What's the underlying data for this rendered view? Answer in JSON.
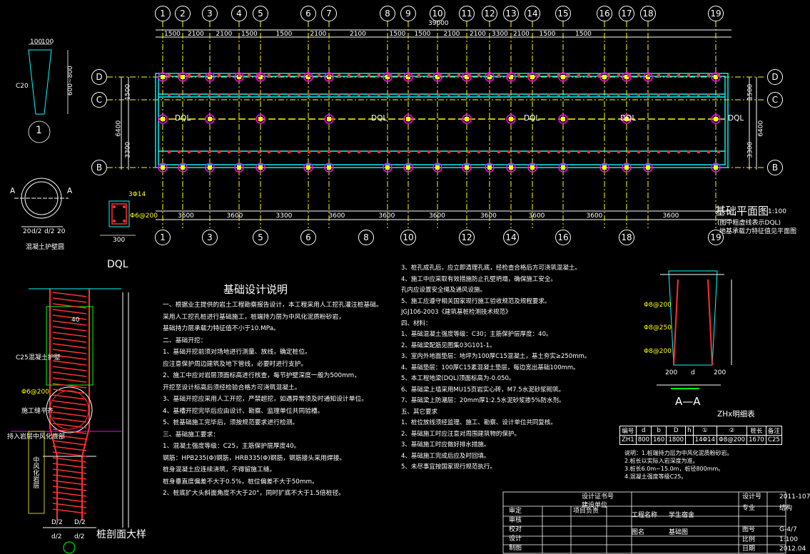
{
  "colors": {
    "background": "#000000",
    "dimension_line": "#ffffff",
    "column": "#ff00ff",
    "beam": "#00ffff",
    "axis": "#ffff00",
    "rebar": "#ff3030",
    "annotation": "#ffff00",
    "outline": "#00ff00"
  },
  "plan": {
    "axes_top": [
      "1",
      "2",
      "3",
      "4",
      "5",
      "6",
      "7",
      "8",
      "9",
      "10",
      "11",
      "12",
      "13",
      "14",
      "15",
      "16",
      "17",
      "18",
      "19"
    ],
    "axes_bottom": [
      "1",
      "3",
      "5",
      "6",
      "8",
      "10",
      "12",
      "14",
      "16",
      "18",
      "19"
    ],
    "axes_rows": [
      "D",
      "C",
      "B"
    ],
    "top_dims": [
      "1500",
      "2100",
      "2100",
      "1500",
      "1500",
      "2100",
      "2100",
      "1500",
      "1500",
      "2100",
      "2100",
      "3300",
      "2100",
      "1500",
      "1500"
    ],
    "bottom_dims": [
      "3600",
      "3600",
      "3300",
      "3600",
      "3600",
      "3600",
      "3600",
      "3600",
      "3600",
      "3600"
    ],
    "overall_dim": "39000",
    "row_dims_left": [
      "1500",
      "6400",
      "3300"
    ],
    "row_dims_right": [
      "1500",
      "6400",
      "3300"
    ],
    "dql_labels": [
      "DQL",
      "DQL",
      "DQL",
      "DQL",
      "DQL"
    ],
    "title": "基础平面图",
    "scale": "1:100",
    "subtitle_1": "(图中粗虚线表示DQL)",
    "subtitle_2": "地基承载力特征值见平面图"
  },
  "pile_detail": {
    "dims": [
      "100",
      "100",
      "C20",
      "600~800"
    ],
    "bubble": "1"
  },
  "section_circle": {
    "label_left": "A",
    "label_right": "A",
    "dims": [
      "20",
      "d/2",
      "d/2",
      "20"
    ],
    "caption": "混凝土护壁圆"
  },
  "dql": {
    "label": "DQL",
    "rebar_top": "3Φ14",
    "stirrup": "Φ6@200",
    "width": "300"
  },
  "pile_section": {
    "title": "桩剖面大样",
    "labels": [
      "C25混凝土护壁",
      "Φ6@200",
      "施工缝平齐",
      "持入岩层中风化底部",
      "中风化岩层"
    ],
    "dims": [
      "40",
      "D/2",
      "D/2",
      "d/2",
      "d/2"
    ]
  },
  "notes": {
    "title": "基础设计说明",
    "lines": [
      "一、根据业主提供的岩土工程勘察报告设计，本工程采用人工挖孔灌注桩基础。",
      "    采用人工挖孔桩进行基础施工，桩端持力层为中风化泥质粉砂岩，",
      "    基础持力层承载力特征值不小于10.MPa。",
      "二、基础开挖：",
      "1、基础开挖前须对场地进行测量、放线，确定桩位。",
      "    应注意保护周边建筑及地下管线，必要时进行支护。",
      "2、施工中应对岩层顶面标高进行核查，每节护壁深度一般为500mm，",
      "    开挖至设计标高后须经检验合格方可浇筑混凝土。",
      "3、基础开挖应采用人工开挖，严禁超挖，如遇异常须及时通知设计单位。",
      "4、基槽开挖完毕后应由设计、勘察、监理单位共同验槽。",
      "5、桩基础施工完毕后，须按规范要求进行检测。",
      "三、基础施工要求：",
      "1、混凝土强度等级：C25，主筋保护层厚度40。",
      "    钢筋：HPB235(Φ)钢筋，HRB335(Φ)钢筋，钢筋接头采用焊接。",
      "    桩身混凝土应连续浇筑，不得留施工缝。",
      "    桩身垂直度偏差不大于0.5%，桩位偏差不大于50mm。",
      "2、桩底扩大头斜面角度不大于20°，同时扩底不大于1.5倍桩径。"
    ]
  },
  "notes2": {
    "lines": [
      "3、桩孔成孔后，应立即清理孔底，经检查合格后方可浇筑混凝土。",
      "4、施工中应采取有效措施防止孔壁坍塌，确保施工安全。",
      "    孔内应设置安全绳及通风设施。",
      "5、施工应遵守相关国家现行施工验收规范及规程要求。",
      "    JGJ106-2003《建筑基桩检测技术规范》",
      "四、材料：",
      "1、基础混凝土强度等级：C30；主筋保护层厚度：40。",
      "2、基础梁配筋见图集03G101-1。",
      "3、室内外地面垫层：地坪为100厚C15混凝土，基土夯实≥250mm。",
      "4、基础垫层：100厚C15素混凝土垫层，每边宽出基础100mm。",
      "5、本工程地梁(DQL)顶面标高为-0.050。",
      "6、基础梁上墙采用MU15页岩实心砖，M7.5水泥砂浆砌筑。",
      "7、基础梁上防潮层：20mm厚1:2.5水泥砂浆掺5%防水剂。",
      "五、其它要求",
      "1、桩位放线须经监理、施工、勘察、设计单位共同复核。",
      "2、基础施工时应注意对周围建筑物的保护。",
      "3、基础施工时应做好排水措施。",
      "4、基础施工完成后应及时回填。",
      "5、未尽事宜按国家现行规范执行。"
    ]
  },
  "zh_detail": {
    "title": "ZHx明细表",
    "section_label": "A—A",
    "dims": [
      "200",
      "d",
      "200"
    ],
    "stirrups": [
      "Φ8@200",
      "Φ8@250",
      "Φ8@200"
    ]
  },
  "zh_table": {
    "header": [
      "编号",
      "d",
      "b",
      "D",
      "h",
      "①",
      "②",
      "桩长",
      "备注"
    ],
    "row": [
      "ZH1",
      "800",
      "160",
      "1800",
      "",
      "14Φ14",
      "Φ8@200",
      "1670",
      "C25"
    ],
    "notes": [
      "说明：1.桩端持力层为中风化泥质粉砂岩。",
      "2.桩长以实际入岩深度为准。",
      "3.桩长6.0m~15.0m，桩径800mm。",
      "4.混凝土强度等级C25。"
    ]
  },
  "title_block": {
    "fields": [
      {
        "label": "设计证书号",
        "value": ""
      },
      {
        "label": "建设单位",
        "value": ""
      },
      {
        "label": "工程名称",
        "value": "学生宿舍"
      },
      {
        "label": "图名",
        "value": "基础图"
      },
      {
        "label": "设计号",
        "value": "2011-107"
      },
      {
        "label": "专业",
        "value": "结构"
      },
      {
        "label": "图号",
        "value": "G-4/7"
      },
      {
        "label": "比例",
        "value": "1:100"
      },
      {
        "label": "日期",
        "value": "2012.04"
      }
    ],
    "signatures": [
      "审定",
      "审核",
      "校对",
      "设计",
      "制图"
    ],
    "project_principal": "项目负责"
  }
}
